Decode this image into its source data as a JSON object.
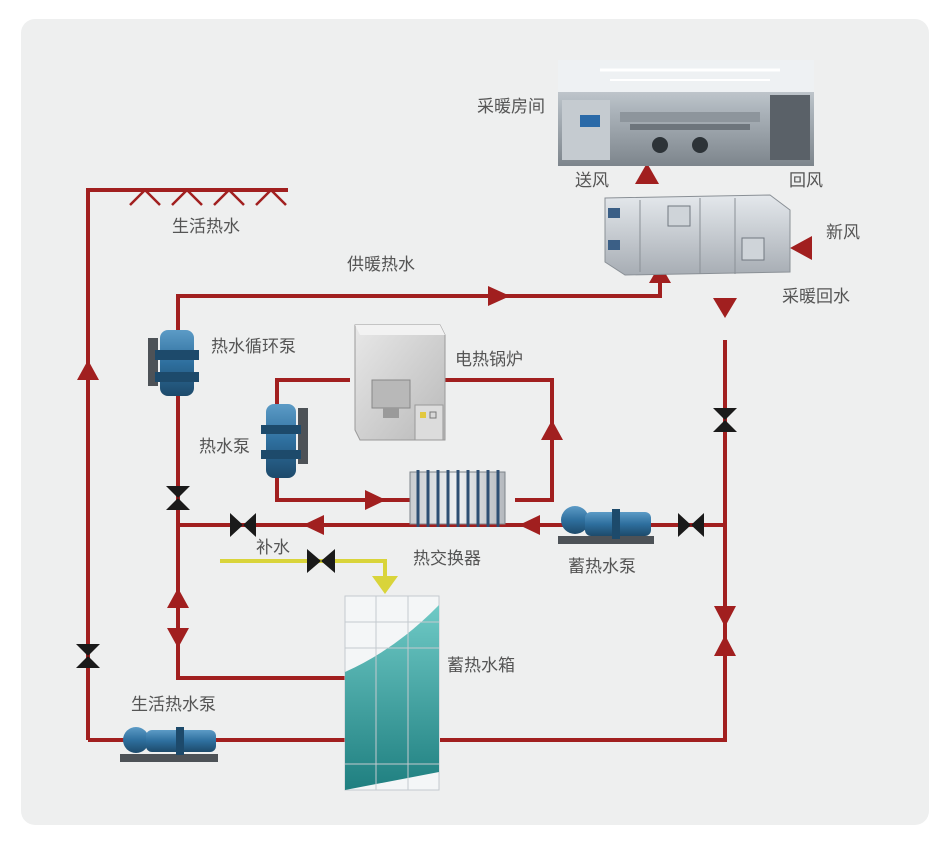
{
  "labels": {
    "heating_room": "采暖房间",
    "supply_air": "送风",
    "return_air": "回风",
    "fresh_air": "新风",
    "domestic_hot_water": "生活热水",
    "heating_supply_water": "供暖热水",
    "heating_return_water": "采暖回水",
    "hot_water_circulation_pump": "热水循环泵",
    "electric_boiler": "电热锅炉",
    "hot_water_pump": "热水泵",
    "makeup_water": "补水",
    "heat_exchanger": "热交换器",
    "storage_water_pump": "蓄热水泵",
    "storage_water_tank": "蓄热水箱",
    "domestic_hot_water_pump": "生活热水泵"
  },
  "colors": {
    "pipe_hot": "#a11f1f",
    "pipe_makeup": "#d9d43a",
    "valve": "#1a1a1a",
    "panel_bg": "#eeefef",
    "label_text": "#555555",
    "pump_blue": "#2e6f9e",
    "tank_water": "#3aa7a6"
  }
}
